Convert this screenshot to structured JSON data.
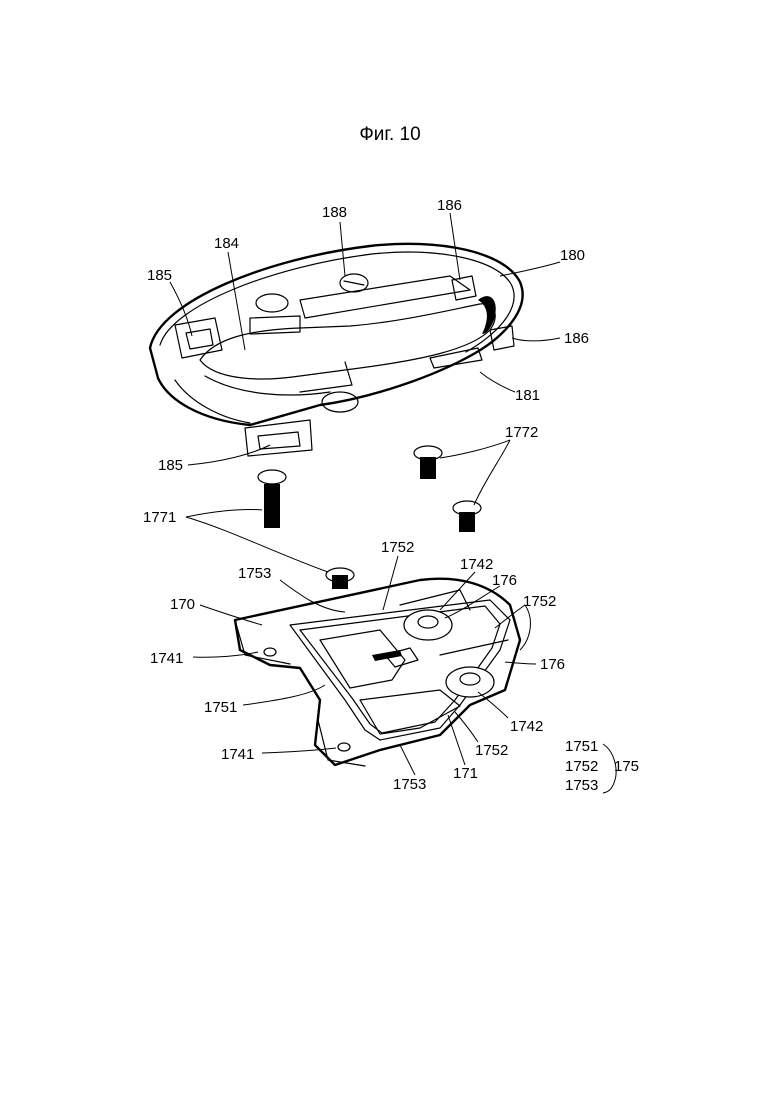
{
  "figure": {
    "title": "Фиг. 10"
  },
  "labels": {
    "l188": "188",
    "l186a": "186",
    "l184": "184",
    "l180": "180",
    "l185a": "185",
    "l186b": "186",
    "l181": "181",
    "l185b": "185",
    "l1772": "1772",
    "l1771": "1771",
    "l1752a": "1752",
    "l1742a": "1742",
    "l1753a": "1753",
    "l176a": "176",
    "l170": "170",
    "l1752b": "1752",
    "l1741a": "1741",
    "l176b": "176",
    "l1751a": "1751",
    "l1742b": "1742",
    "l1752c": "1752",
    "l1741b": "1741",
    "l171": "171",
    "l1753b": "1753",
    "l1751b": "1751",
    "l1752d": "1752",
    "l1753c": "1753",
    "l175": "175"
  }
}
